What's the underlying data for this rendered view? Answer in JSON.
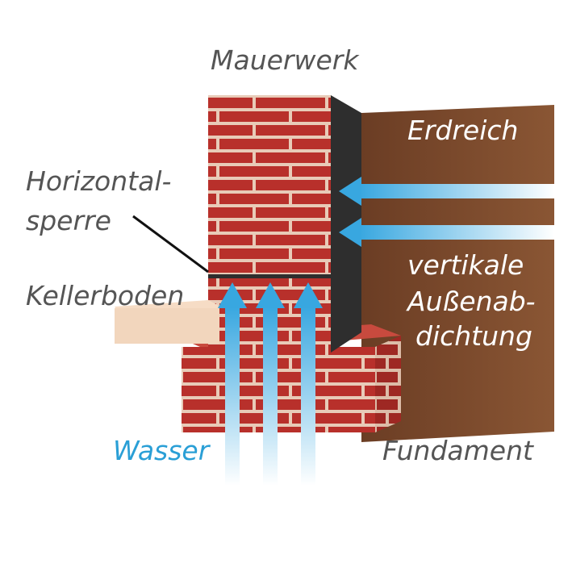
{
  "labels": {
    "mauerwerk": "Mauerwerk",
    "erdreich": "Erdreich",
    "horizontal_line1": "Horizontal-",
    "horizontal_line2": "sperre",
    "kellerboden": "Kellerboden",
    "vertikale_line1": "vertikale",
    "vertikale_line2": "Außenab-",
    "vertikale_line3": "dichtung",
    "wasser": "Wasser",
    "fundament": "Fundament"
  },
  "colors": {
    "text_gray": "#555555",
    "text_white": "#ffffff",
    "water_blue": "#2a9fd6",
    "brick": "#b8302b",
    "mortar": "#e8cbb8",
    "soil": "#7b4a2d",
    "membrane": "#2e2e2e",
    "floor_slab": "#f2d6bd"
  },
  "icons": {
    "arrows": "water-flow-arrow",
    "leader": "pointer-line"
  }
}
